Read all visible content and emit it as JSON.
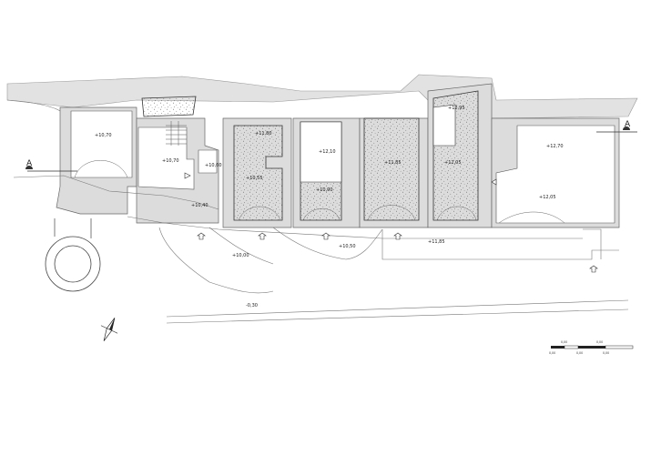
{
  "section_marks": {
    "left": "A",
    "right": "A"
  },
  "elevations": [
    {
      "id": "e1",
      "value": "+10,70"
    },
    {
      "id": "e2",
      "value": "+10,70"
    },
    {
      "id": "e3",
      "value": "+10,60"
    },
    {
      "id": "e4",
      "value": "+10,40"
    },
    {
      "id": "e5",
      "value": "+11,80"
    },
    {
      "id": "e6",
      "value": "+10,55"
    },
    {
      "id": "e7",
      "value": "+12,10"
    },
    {
      "id": "e8",
      "value": "+10,90"
    },
    {
      "id": "e9",
      "value": "+11,85"
    },
    {
      "id": "e10",
      "value": "+12,95"
    },
    {
      "id": "e11",
      "value": "+12,05"
    },
    {
      "id": "e12",
      "value": "+12,70"
    },
    {
      "id": "e13",
      "value": "+12,05"
    },
    {
      "id": "e14",
      "value": "+10,00"
    },
    {
      "id": "e15",
      "value": "+10,50"
    },
    {
      "id": "e16",
      "value": "+11,85"
    },
    {
      "id": "e17",
      "value": "-0,30"
    }
  ],
  "scale_bar": {
    "top_labels": [
      "0,00",
      "0,00"
    ],
    "bottom_labels": [
      "0,00",
      "0,00",
      "0,00"
    ]
  }
}
